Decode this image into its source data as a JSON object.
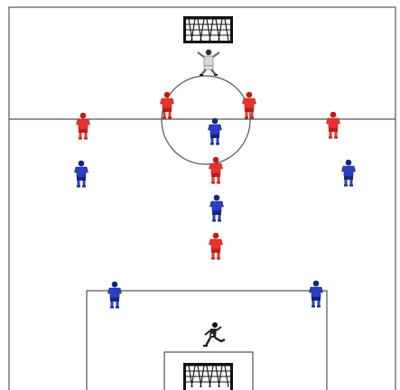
{
  "diagram": {
    "kind": "football-tactics-board",
    "colors": {
      "pitch": "#ffffff",
      "line": "#555555",
      "red_team": "#e8332c",
      "red_team_dark": "#b81d18",
      "blue_team": "#2b3fc4",
      "blue_team_dark": "#17247d",
      "goalkeeper_top": "#d8d8d0",
      "goalkeeper_bottom": "#222222",
      "goal_net": "#111111"
    },
    "players": {
      "red": [
        "red-1",
        "red-2",
        "red-3",
        "red-4",
        "red-5",
        "red-6"
      ],
      "blue": [
        "blue-1",
        "blue-2",
        "blue-3",
        "blue-4",
        "blue-5",
        "blue-6"
      ],
      "goalkeepers": [
        "goalkeeper-top",
        "goalkeeper-bottom"
      ]
    },
    "goals": [
      "goal-top",
      "goal-bottom"
    ]
  }
}
